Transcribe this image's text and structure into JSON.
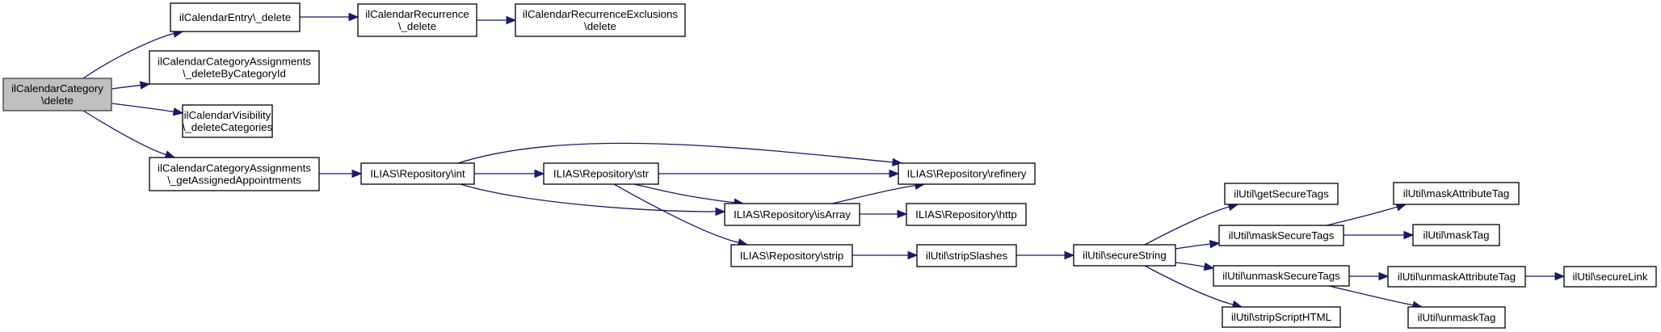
{
  "graph": {
    "type": "call-graph",
    "colors": {
      "edge": "#191970",
      "root_fill": "#bfbfbf",
      "node_fill": "#ffffff",
      "border": "#000000"
    },
    "nodes": [
      {
        "id": "root",
        "lines": [
          "ilCalendarCategory",
          "\\delete"
        ],
        "root": true
      },
      {
        "id": "entry_delete",
        "lines": [
          "ilCalendarEntry\\_delete"
        ]
      },
      {
        "id": "recurrence_delete",
        "lines": [
          "ilCalendarRecurrence",
          "\\_delete"
        ]
      },
      {
        "id": "exclusions_delete",
        "lines": [
          "ilCalendarRecurrenceExclusions",
          "\\delete"
        ]
      },
      {
        "id": "delete_by_category",
        "lines": [
          "ilCalendarCategoryAssignments",
          "\\_deleteByCategoryId"
        ]
      },
      {
        "id": "visibility_delete",
        "lines": [
          "ilCalendarVisibility",
          "\\_deleteCategories"
        ]
      },
      {
        "id": "get_assigned",
        "lines": [
          "ilCalendarCategoryAssignments",
          "\\_getAssignedAppointments"
        ]
      },
      {
        "id": "repo_int",
        "lines": [
          "ILIAS\\Repository\\int"
        ]
      },
      {
        "id": "repo_str",
        "lines": [
          "ILIAS\\Repository\\str"
        ]
      },
      {
        "id": "repo_refinery",
        "lines": [
          "ILIAS\\Repository\\refinery"
        ]
      },
      {
        "id": "repo_isarray",
        "lines": [
          "ILIAS\\Repository\\isArray"
        ]
      },
      {
        "id": "repo_http",
        "lines": [
          "ILIAS\\Repository\\http"
        ]
      },
      {
        "id": "repo_strip",
        "lines": [
          "ILIAS\\Repository\\strip"
        ]
      },
      {
        "id": "strip_slashes",
        "lines": [
          "ilUtil\\stripSlashes"
        ]
      },
      {
        "id": "secure_string",
        "lines": [
          "ilUtil\\secureString"
        ]
      },
      {
        "id": "get_secure_tags",
        "lines": [
          "ilUtil\\getSecureTags"
        ]
      },
      {
        "id": "mask_secure_tags",
        "lines": [
          "ilUtil\\maskSecureTags"
        ]
      },
      {
        "id": "unmask_secure_tags",
        "lines": [
          "ilUtil\\unmaskSecureTags"
        ]
      },
      {
        "id": "strip_script_html",
        "lines": [
          "ilUtil\\stripScriptHTML"
        ]
      },
      {
        "id": "mask_attribute_tag",
        "lines": [
          "ilUtil\\maskAttributeTag"
        ]
      },
      {
        "id": "mask_tag",
        "lines": [
          "ilUtil\\maskTag"
        ]
      },
      {
        "id": "unmask_attribute_tag",
        "lines": [
          "ilUtil\\unmaskAttributeTag"
        ]
      },
      {
        "id": "secure_link",
        "lines": [
          "ilUtil\\secureLink"
        ]
      },
      {
        "id": "unmask_tag",
        "lines": [
          "ilUtil\\unmaskTag"
        ]
      }
    ],
    "edges": [
      {
        "from": "root",
        "to": "entry_delete"
      },
      {
        "from": "root",
        "to": "delete_by_category"
      },
      {
        "from": "root",
        "to": "visibility_delete"
      },
      {
        "from": "root",
        "to": "get_assigned"
      },
      {
        "from": "entry_delete",
        "to": "recurrence_delete"
      },
      {
        "from": "recurrence_delete",
        "to": "exclusions_delete"
      },
      {
        "from": "get_assigned",
        "to": "repo_int"
      },
      {
        "from": "repo_int",
        "to": "repo_str"
      },
      {
        "from": "repo_int",
        "to": "repo_refinery"
      },
      {
        "from": "repo_int",
        "to": "repo_isarray"
      },
      {
        "from": "repo_str",
        "to": "repo_refinery"
      },
      {
        "from": "repo_str",
        "to": "repo_isarray"
      },
      {
        "from": "repo_str",
        "to": "repo_strip"
      },
      {
        "from": "repo_isarray",
        "to": "repo_refinery"
      },
      {
        "from": "repo_isarray",
        "to": "repo_http"
      },
      {
        "from": "repo_strip",
        "to": "strip_slashes"
      },
      {
        "from": "strip_slashes",
        "to": "secure_string"
      },
      {
        "from": "secure_string",
        "to": "get_secure_tags"
      },
      {
        "from": "secure_string",
        "to": "mask_secure_tags"
      },
      {
        "from": "secure_string",
        "to": "unmask_secure_tags"
      },
      {
        "from": "secure_string",
        "to": "strip_script_html"
      },
      {
        "from": "mask_secure_tags",
        "to": "mask_attribute_tag"
      },
      {
        "from": "mask_secure_tags",
        "to": "mask_tag"
      },
      {
        "from": "unmask_secure_tags",
        "to": "unmask_attribute_tag"
      },
      {
        "from": "unmask_secure_tags",
        "to": "unmask_tag"
      },
      {
        "from": "unmask_attribute_tag",
        "to": "secure_link"
      }
    ]
  }
}
